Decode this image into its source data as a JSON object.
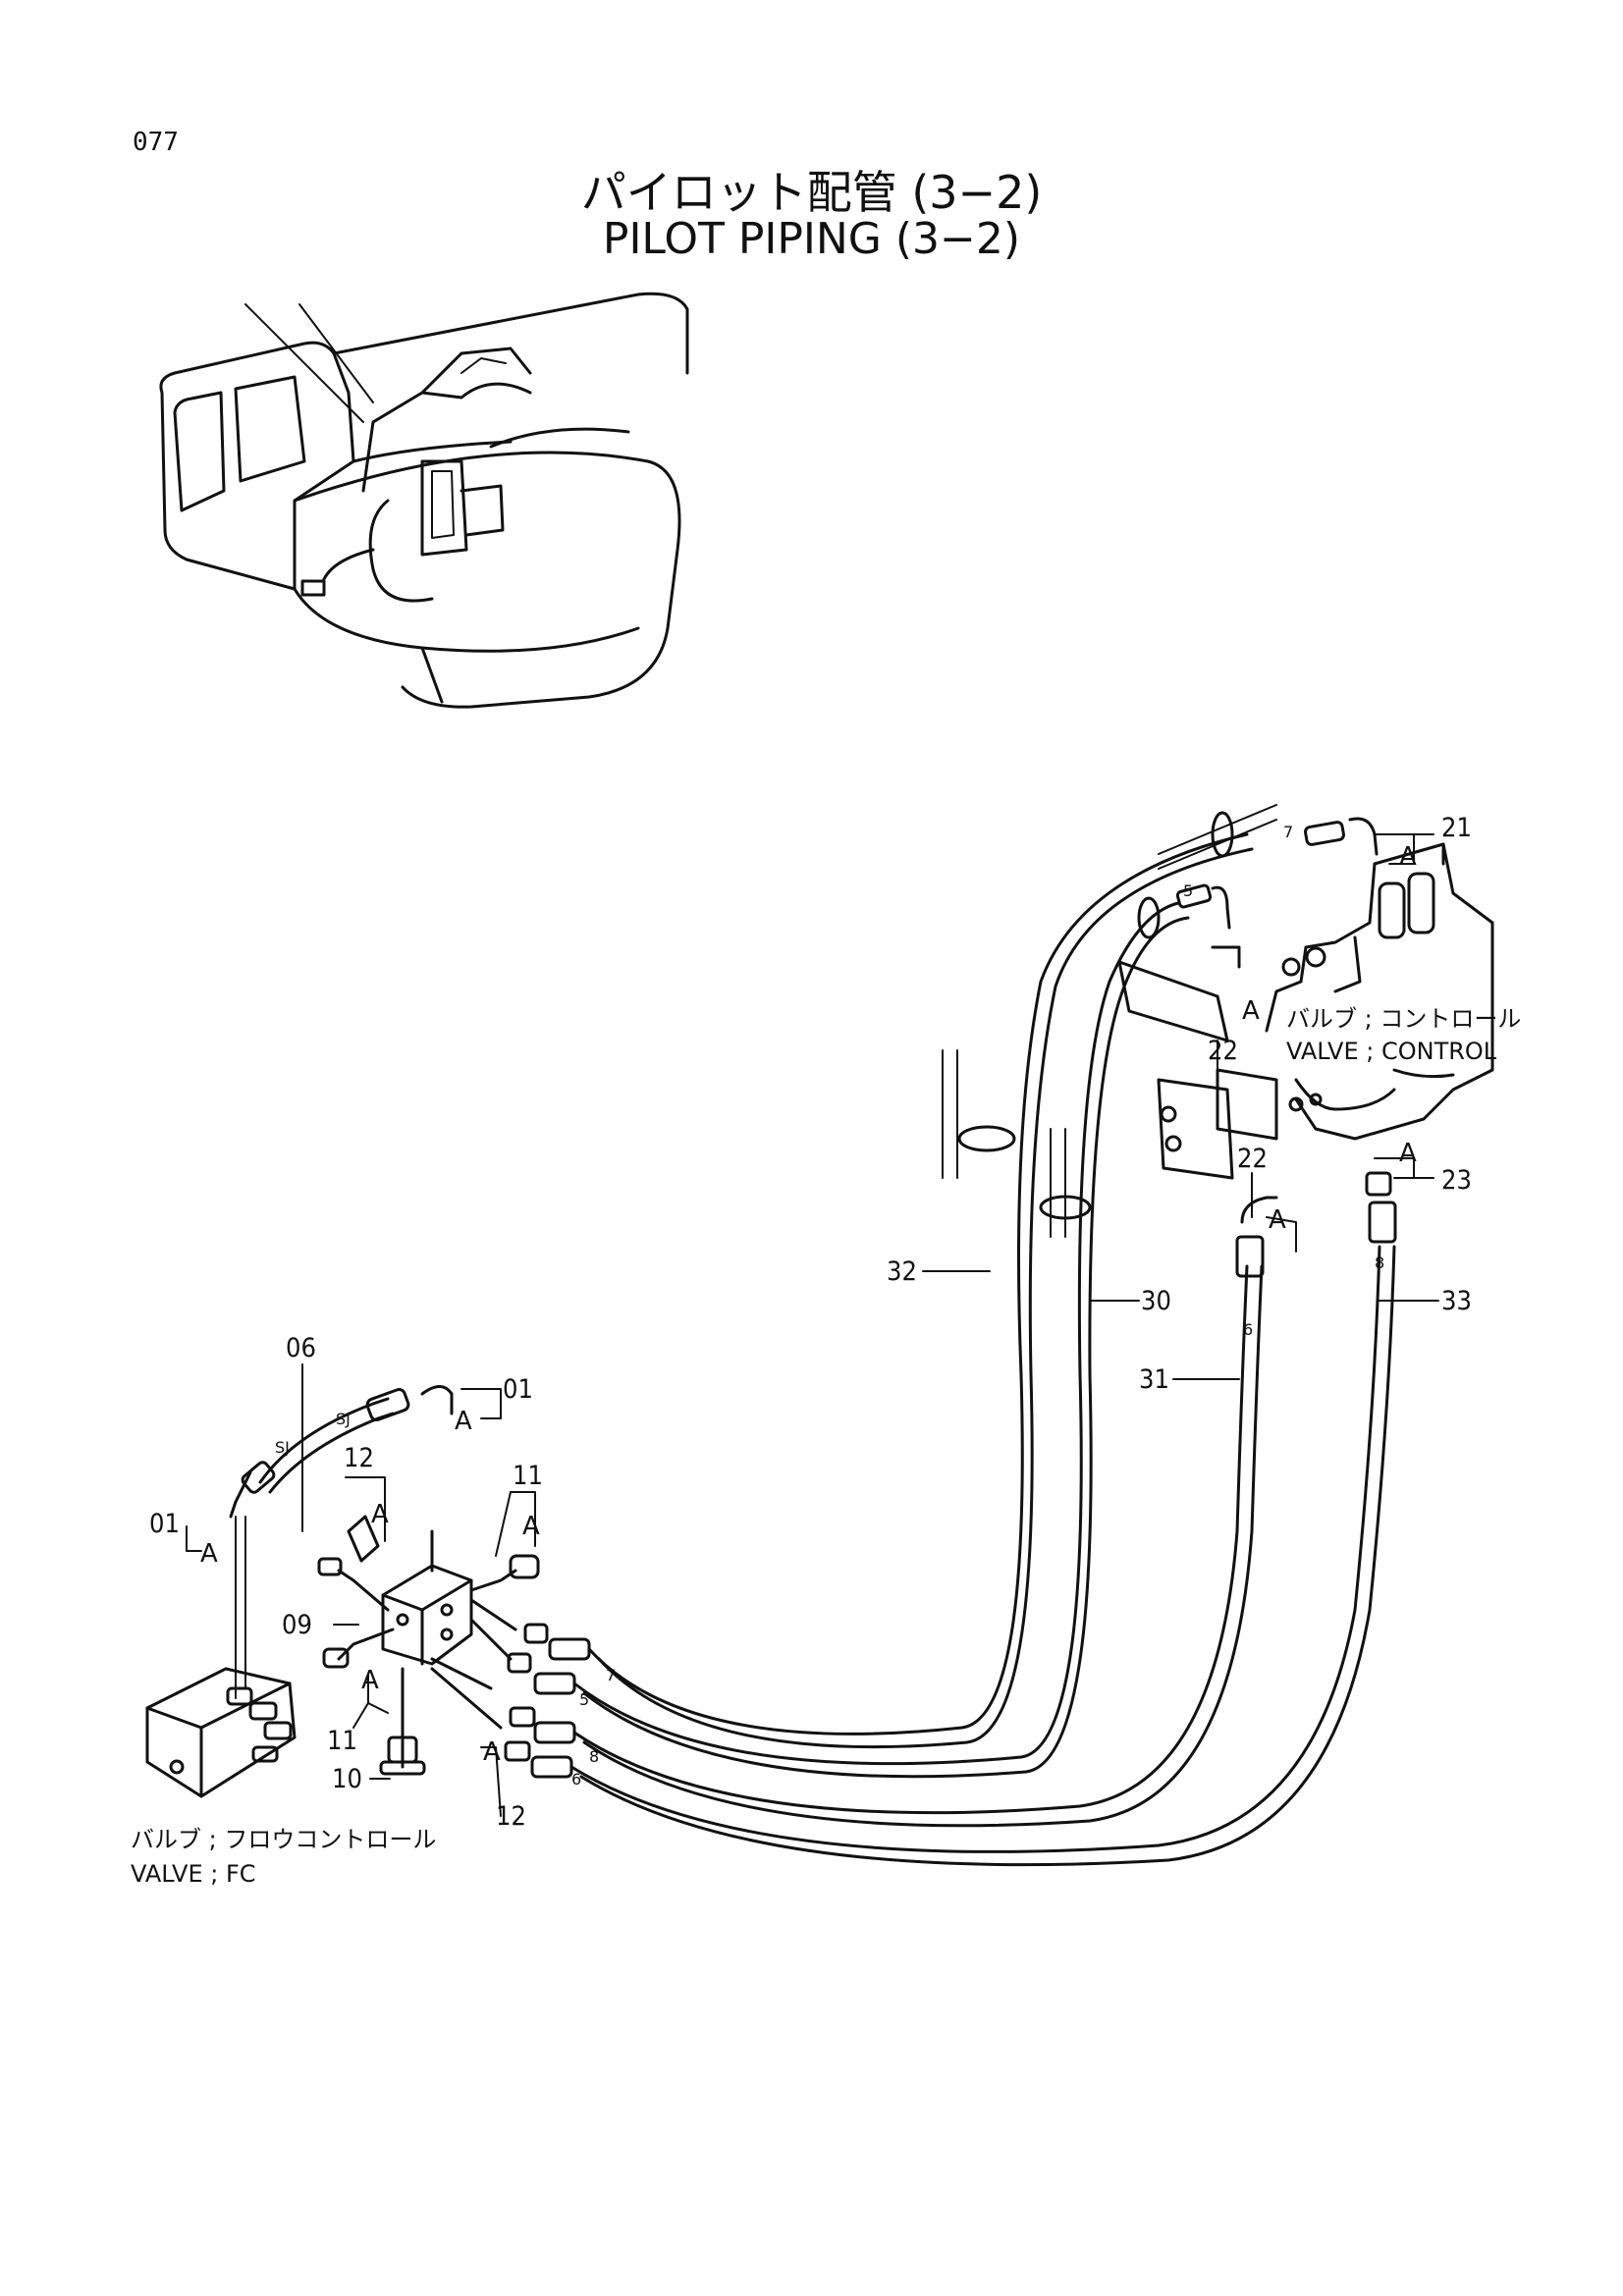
{
  "page": {
    "number": "077"
  },
  "title": {
    "jp": "パイロット配管 (3−2)",
    "en": "PILOT PIPING (3−2)"
  },
  "captions": {
    "control_valve": {
      "jp": "バルブ ; コントロール",
      "en": "VALVE ; CONTROL"
    },
    "fc_valve": {
      "jp": "バルブ ; フロウコントロール",
      "en": "VALVE ; FC"
    }
  },
  "part_labels": {
    "p21": "21",
    "p22a": "22",
    "p22b": "22",
    "p23": "23",
    "p30": "30",
    "p31": "31",
    "p32": "32",
    "p33": "33",
    "p06": "06",
    "p01a": "01",
    "p01b": "01",
    "p12a": "12",
    "p12b": "12",
    "p11a": "11",
    "p11b": "11",
    "p09": "09",
    "p10": "10"
  },
  "hose_marks": {
    "m7a": "7",
    "m5a": "5",
    "m6a": "6",
    "m8a": "8",
    "m7b": "7",
    "m5b": "5",
    "m8b": "8",
    "m6b": "6"
  },
  "port_marks": {
    "a": "A",
    "sj": "SJ"
  }
}
